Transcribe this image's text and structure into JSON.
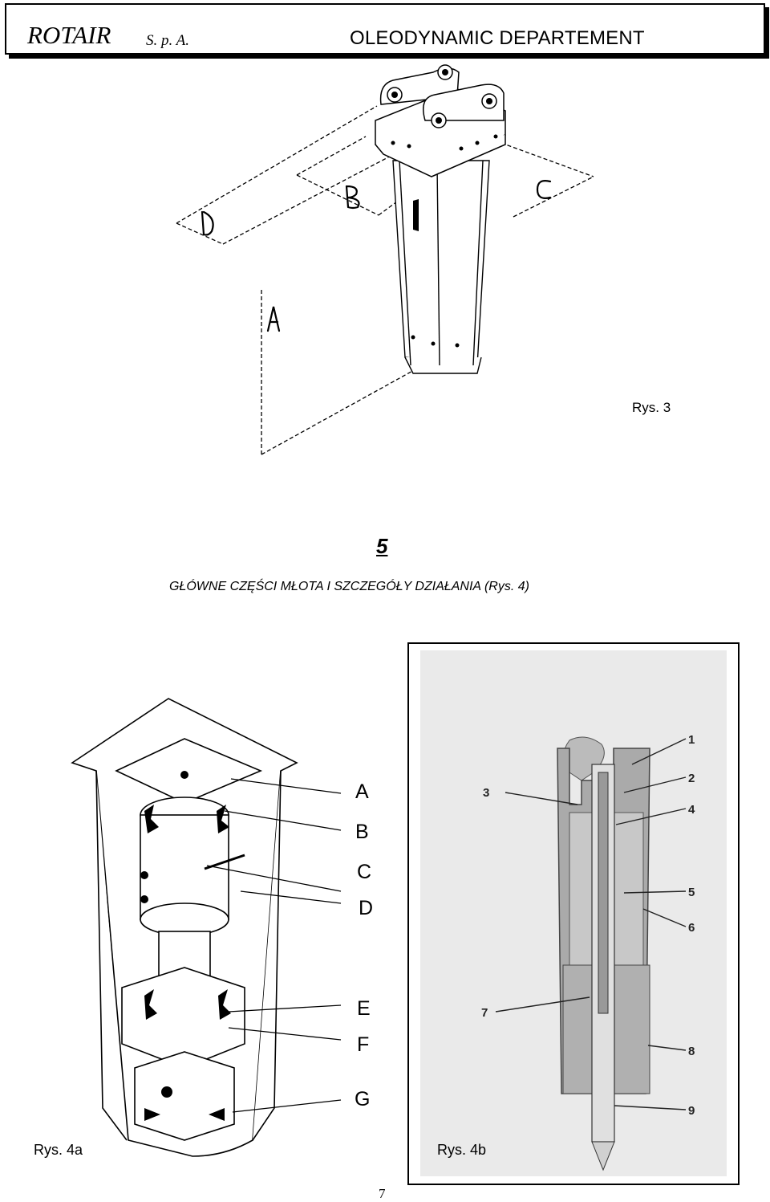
{
  "header": {
    "company": "ROTAIR",
    "company_suffix": "S. p. A.",
    "department": "OLEODYNAMIC DEPARTEMENT"
  },
  "figure3": {
    "labels": [
      "D",
      "B",
      "C",
      "A"
    ],
    "caption": "Rys. 3"
  },
  "section": {
    "number": "5",
    "title": "GŁÓWNE CZĘŚCI MŁOTA I SZCZEGÓŁY DZIAŁANIA (Rys. 4)"
  },
  "figure4a": {
    "labels": [
      "A",
      "B",
      "C",
      "D",
      "E",
      "F",
      "G"
    ],
    "caption": "Rys. 4a"
  },
  "figure4b": {
    "labels": [
      "1",
      "2",
      "3",
      "4",
      "5",
      "6",
      "7",
      "8",
      "9"
    ],
    "caption": "Rys. 4b"
  },
  "page_number": "7"
}
